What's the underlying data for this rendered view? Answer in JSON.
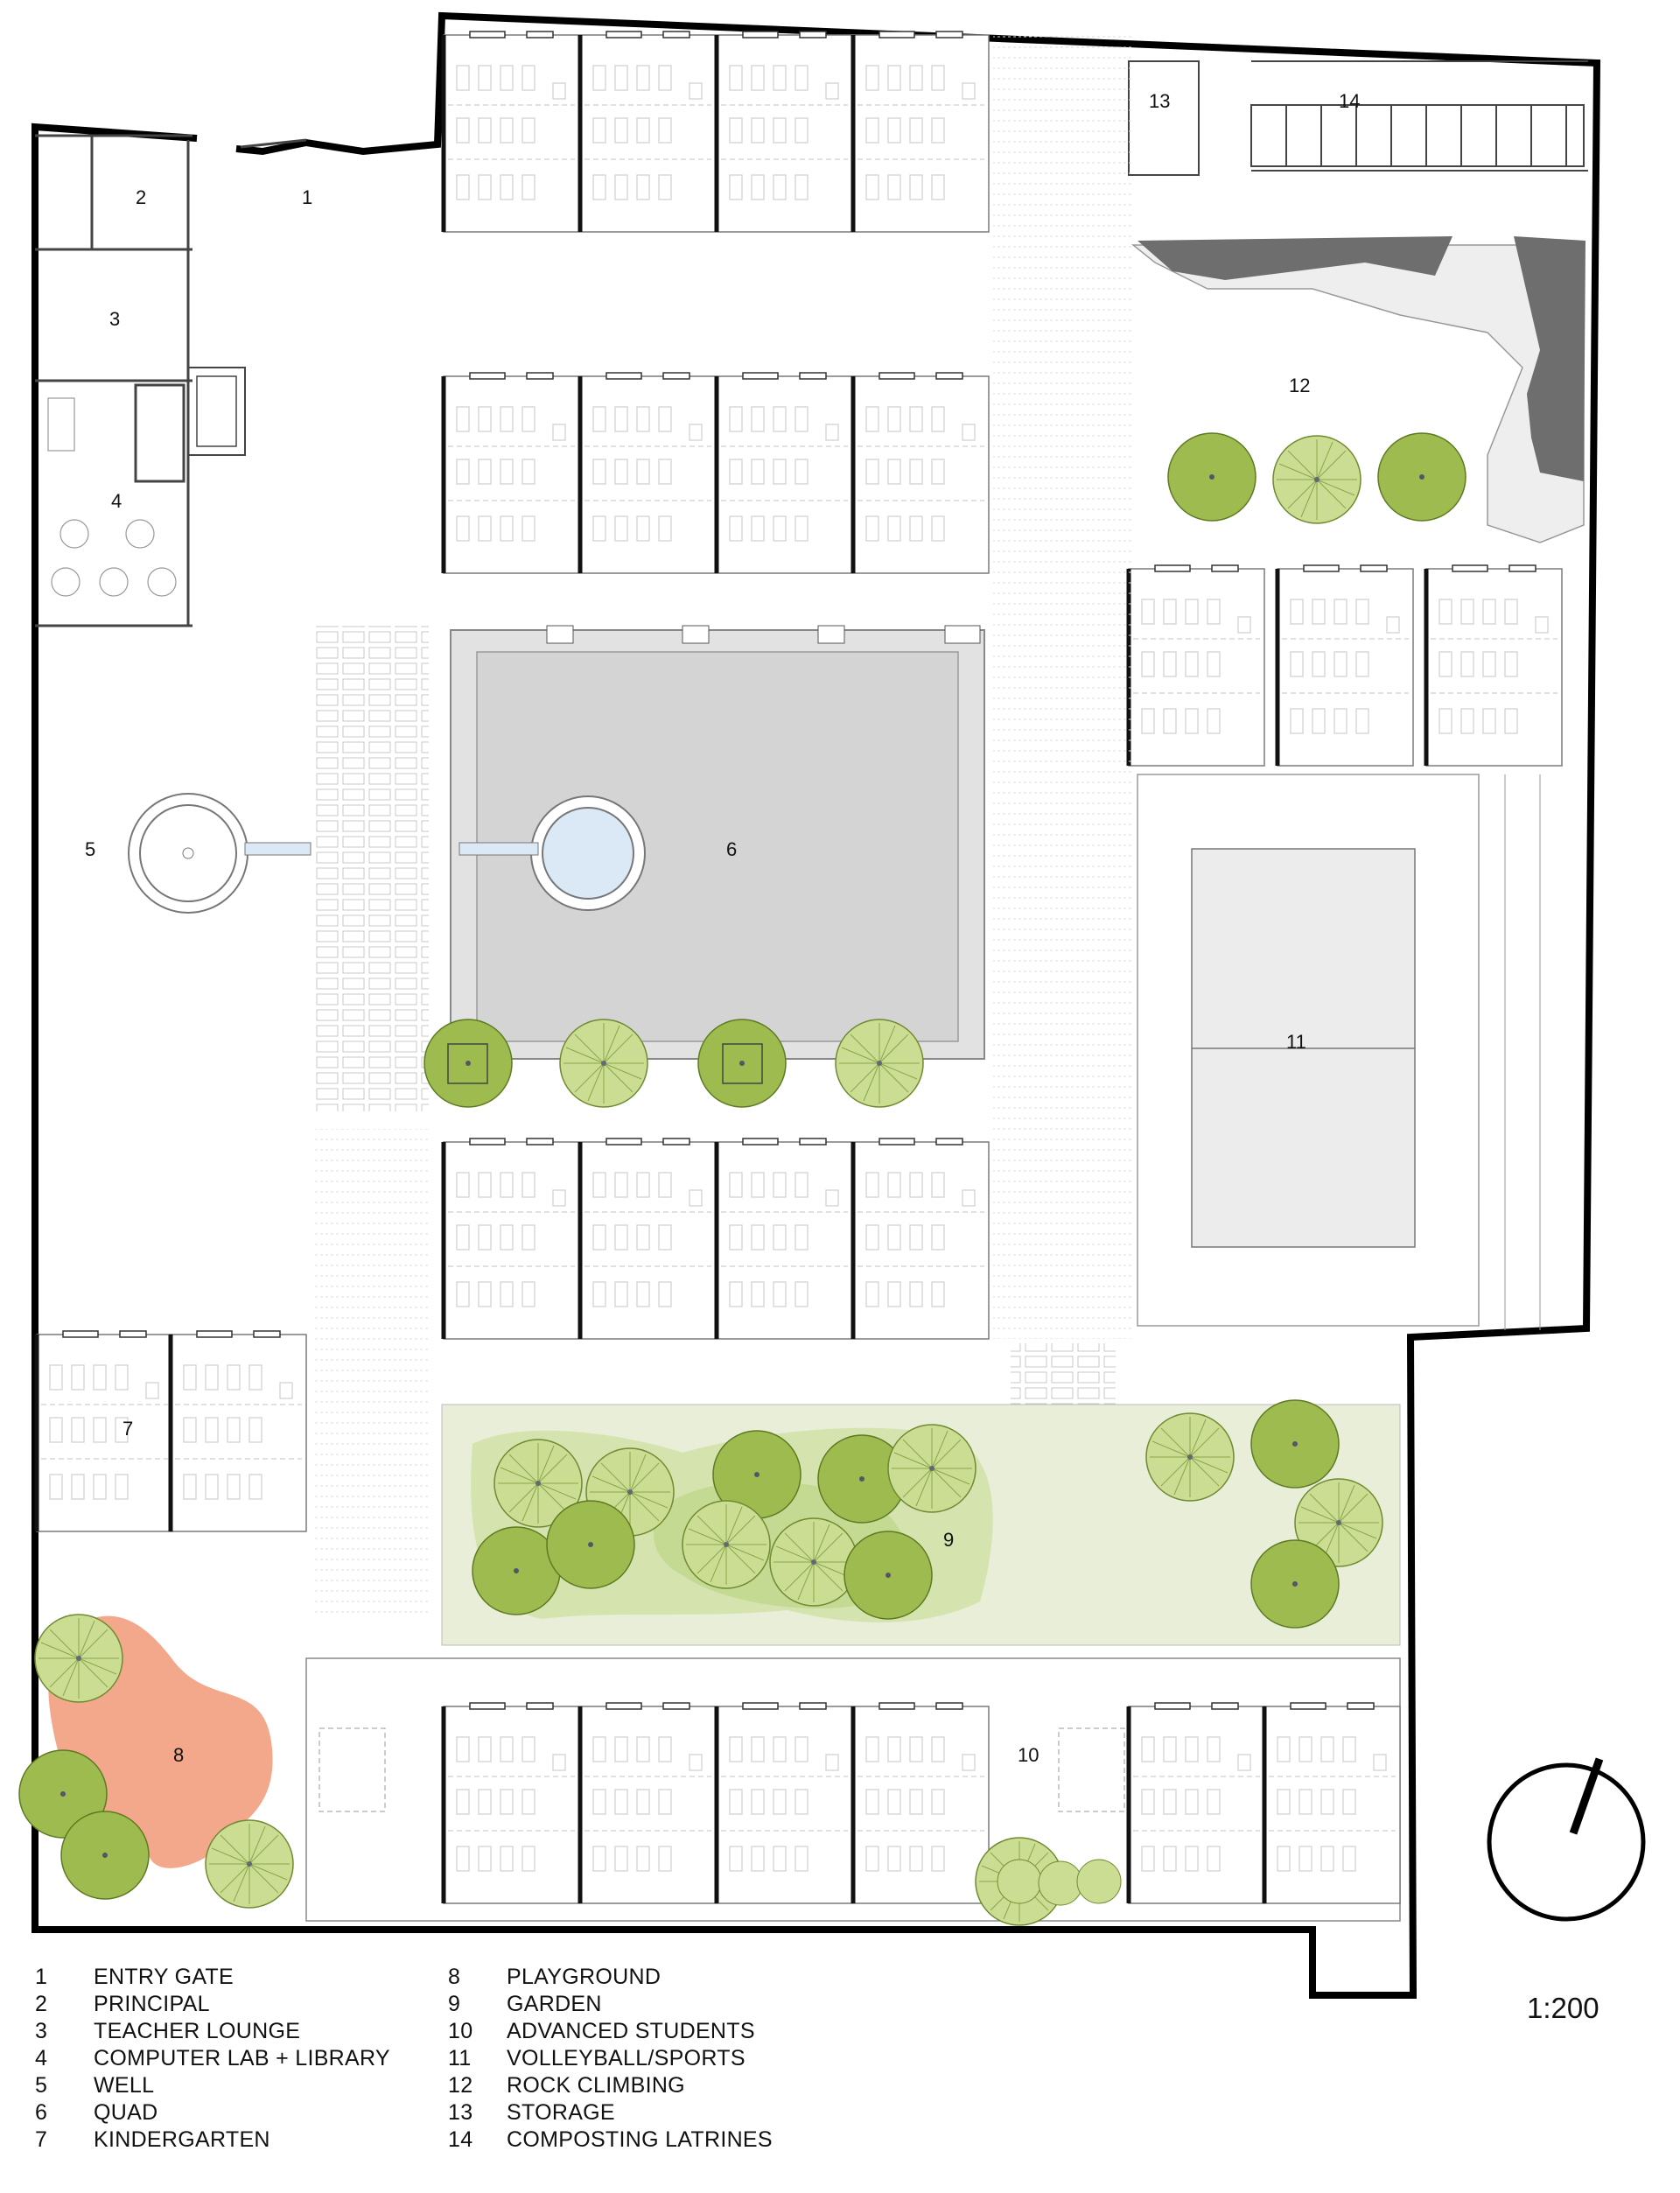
{
  "rooms": [
    {
      "num": "1",
      "label": "ENTRY GATE"
    },
    {
      "num": "2",
      "label": "PRINCIPAL"
    },
    {
      "num": "3",
      "label": "TEACHER LOUNGE"
    },
    {
      "num": "4",
      "label": "COMPUTER LAB + LIBRARY"
    },
    {
      "num": "5",
      "label": "WELL"
    },
    {
      "num": "6",
      "label": "QUAD"
    },
    {
      "num": "7",
      "label": "KINDERGARTEN"
    },
    {
      "num": "8",
      "label": "PLAYGROUND"
    },
    {
      "num": "9",
      "label": "GARDEN"
    },
    {
      "num": "10",
      "label": "ADVANCED STUDENTS"
    },
    {
      "num": "11",
      "label": "VOLLEYBALL/SPORTS"
    },
    {
      "num": "12",
      "label": "ROCK CLIMBING"
    },
    {
      "num": "13",
      "label": "STORAGE"
    },
    {
      "num": "14",
      "label": "COMPOSTING LATRINES"
    }
  ],
  "scale": "1:200",
  "colors": {
    "wall": "#000000",
    "line": "#9a9a9a",
    "quad": "#d6d6d6",
    "garden_bg": "#e8eed8",
    "garden_blob": "#cfdfa6",
    "tree_light": "#c8dc8c",
    "tree_dark": "#97b84a",
    "playground": "#f3a88c",
    "rock": "#6e6e6e",
    "water": "#dbe8f5"
  },
  "icons": {
    "north_arrow": "north-arrow-icon",
    "tree": "tree-icon"
  }
}
